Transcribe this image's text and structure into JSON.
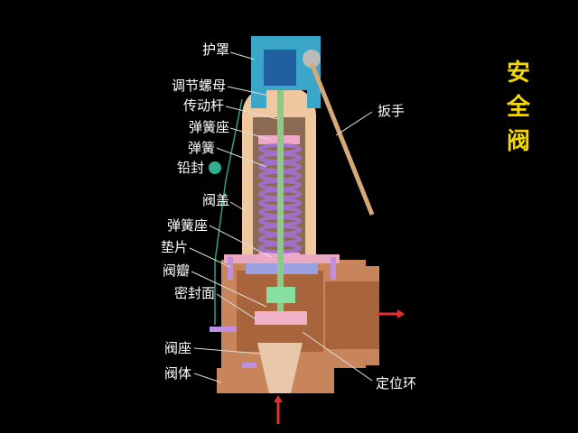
{
  "title": [
    "安",
    "全",
    "阀"
  ],
  "labels": {
    "hood": "护罩",
    "adjusting_nut": "调节螺母",
    "drive_rod": "传动杆",
    "spring_seat_upper": "弹簧座",
    "spring": "弹簧",
    "lead_seal": "铅封",
    "bonnet": "阀盖",
    "spring_seat_lower": "弹簧座",
    "gasket": "垫片",
    "disc": "阀瓣",
    "sealing_surface": "密封面",
    "seat": "阀座",
    "body": "阀体",
    "lever": "扳手",
    "positioning_ring": "定位环"
  },
  "colors": {
    "title": "#f5d800",
    "hood": "#3aa6c8",
    "bonnet": "#f0c8a0",
    "body": "#c8845a",
    "spring": "#a070c8",
    "stem": "#88cc88",
    "flow_arrow": "#e03030"
  }
}
